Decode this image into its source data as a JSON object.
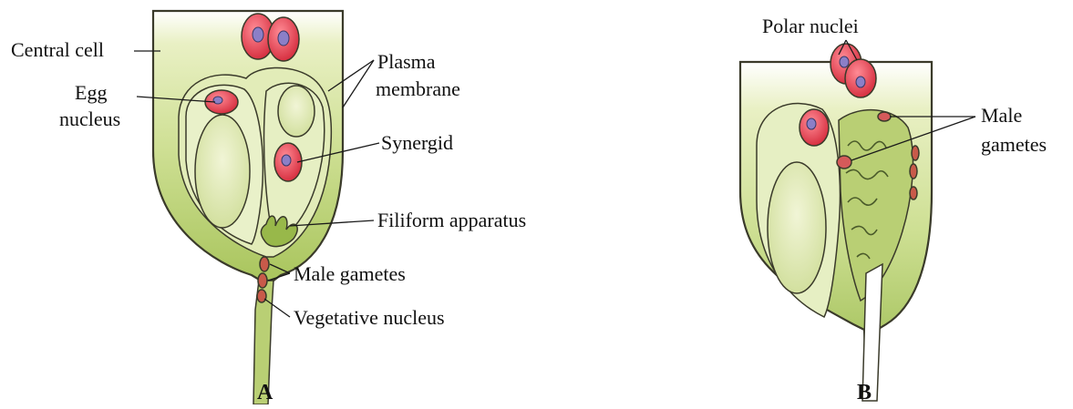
{
  "figure_a": {
    "caption": "A",
    "labels": {
      "central_cell": "Central cell",
      "egg_nucleus_line1": "Egg",
      "egg_nucleus_line2": "nucleus",
      "plasma_membrane_line1": "Plasma",
      "plasma_membrane_line2": "membrane",
      "synergid": "Synergid",
      "filiform_apparatus": "Filiform apparatus",
      "male_gametes": "Male gametes",
      "vegetative_nucleus": "Vegetative nucleus"
    }
  },
  "figure_b": {
    "caption": "B",
    "labels": {
      "polar_nuclei": "Polar nuclei",
      "male_gametes_line1": "Male",
      "male_gametes_line2": "gametes"
    }
  },
  "colors": {
    "cell_green": "#c9dc8c",
    "cell_green_light": "#e6efbf",
    "tissue_dark": "#98b84a",
    "nucleus_red": "#e23a4a",
    "nucleolus_blue": "#8b7fc7",
    "outline": "#3a3a2a"
  }
}
